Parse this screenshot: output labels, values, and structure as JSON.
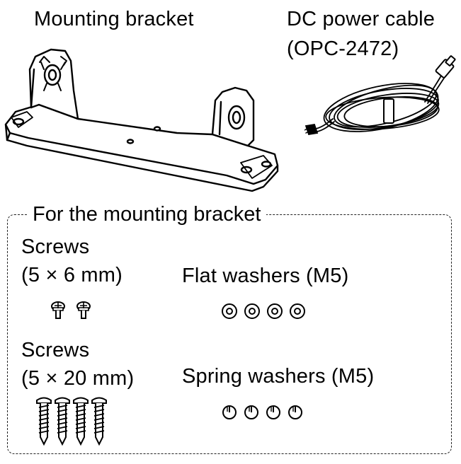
{
  "mounting_bracket": {
    "label": "Mounting bracket"
  },
  "dc_cable": {
    "label_line1": "DC power cable",
    "label_line2": "(OPC-2472)"
  },
  "accessories": {
    "title": "For the mounting bracket",
    "screws_short": {
      "label_line1": "Screws",
      "label_line2": "(5 × 6 mm)",
      "count": 2
    },
    "flat_washers": {
      "label": "Flat washers (M5)",
      "count": 4
    },
    "screws_long": {
      "label_line1": "Screws",
      "label_line2": "(5 × 20 mm)",
      "count": 4
    },
    "spring_washers": {
      "label": "Spring washers (M5)",
      "count": 4
    }
  }
}
